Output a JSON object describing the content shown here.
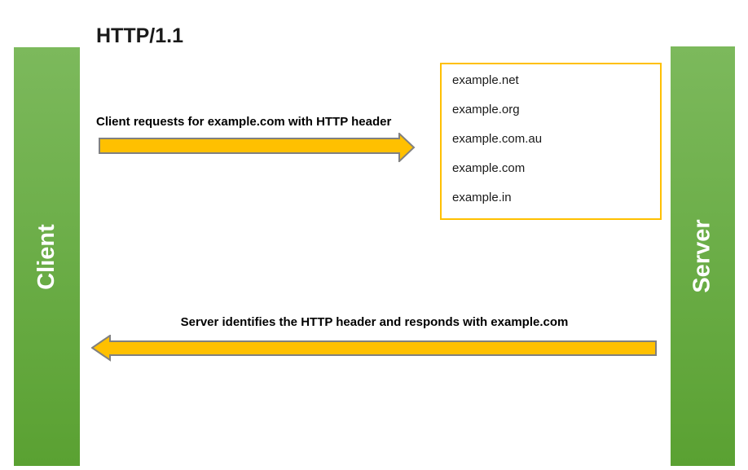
{
  "title": "HTTP/1.1",
  "client": {
    "label": "Client"
  },
  "server": {
    "label": "Server"
  },
  "request": {
    "label": "Client requests for example.com with HTTP header"
  },
  "response": {
    "label": "Server identifies the HTTP header and responds with example.com"
  },
  "domain_box": {
    "items": [
      "example.net",
      "example.org",
      "example.com.au",
      "example.com",
      "example.in"
    ]
  },
  "colors": {
    "bar_gradient_top": "#7CB95C",
    "bar_gradient_bottom": "#5AA132",
    "bar_text": "#FFFFFF",
    "arrow_fill": "#FFC000",
    "arrow_border": "#808080",
    "box_border": "#FFC000",
    "label_text": "#000000"
  }
}
